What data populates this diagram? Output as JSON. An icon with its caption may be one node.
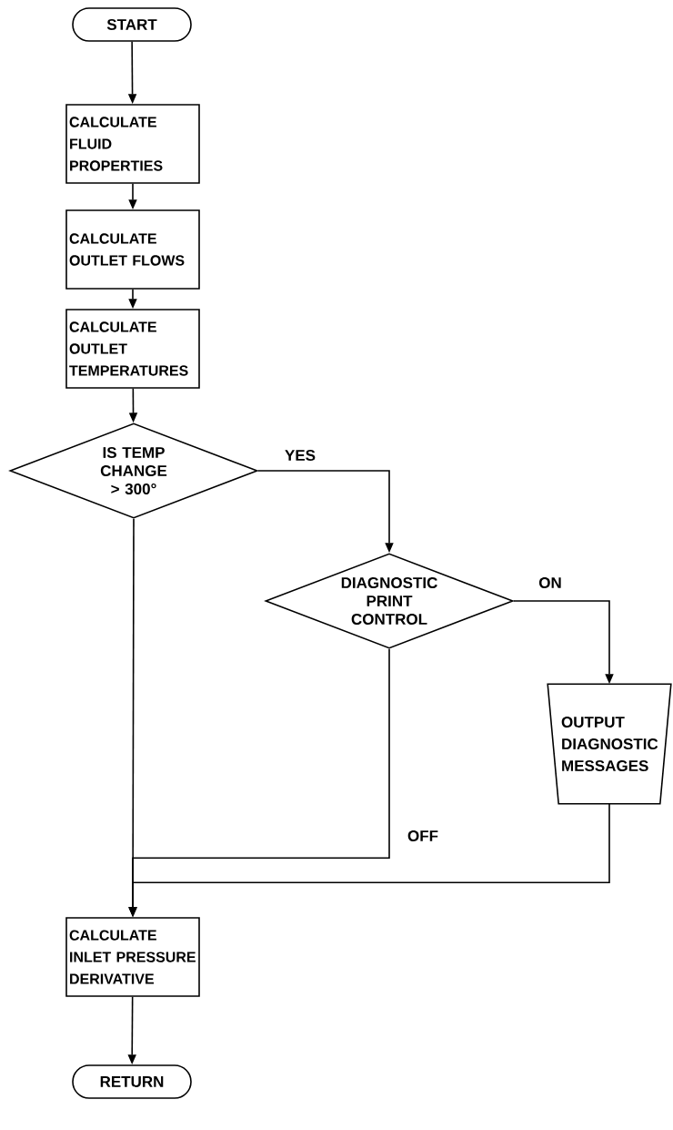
{
  "diagram": {
    "nodes": [
      {
        "text": [
          "START"
        ]
      },
      {
        "text": [
          "CALCULATE FLUID PROPERTIES"
        ]
      },
      {
        "text": [
          "CALCULATE OUTLET FLOWS"
        ]
      },
      {
        "text": [
          "CALCULATE OUTLET TEMPERATURES"
        ]
      },
      {
        "text": [
          "IS TEMP CHANGE > 300°"
        ]
      },
      {
        "text": [
          "DIAGNOSTIC PRINT CONTROL"
        ]
      },
      {
        "text": [
          "OUTPUT DIAGNOSTIC MESSAGES"
        ]
      },
      {
        "text": [
          "CALCULATE INLET PRESSURE DERIVATIVE"
        ]
      },
      {
        "text": [
          "RETURN"
        ]
      }
    ],
    "edges": [
      {
        "from": 0,
        "to": 1,
        "arrow": "to"
      },
      {
        "from": 1,
        "to": 2,
        "arrow": "to"
      },
      {
        "from": 2,
        "to": 3,
        "arrow": "to"
      },
      {
        "from": 3,
        "to": 4,
        "arrow": "to"
      },
      {
        "from": 4,
        "to": 5,
        "arrow": "to",
        "label": "YES"
      },
      {
        "from": 5,
        "to": 6,
        "arrow": "to",
        "label": "ON"
      },
      {
        "from": 5,
        "to": 7,
        "arrow": "to",
        "label": "OFF"
      },
      {
        "from": 6,
        "to": 7,
        "arrow": "to"
      },
      {
        "from": 4,
        "to": 7,
        "arrow": "to"
      },
      {
        "from": 7,
        "to": 8,
        "arrow": "to"
      }
    ]
  }
}
